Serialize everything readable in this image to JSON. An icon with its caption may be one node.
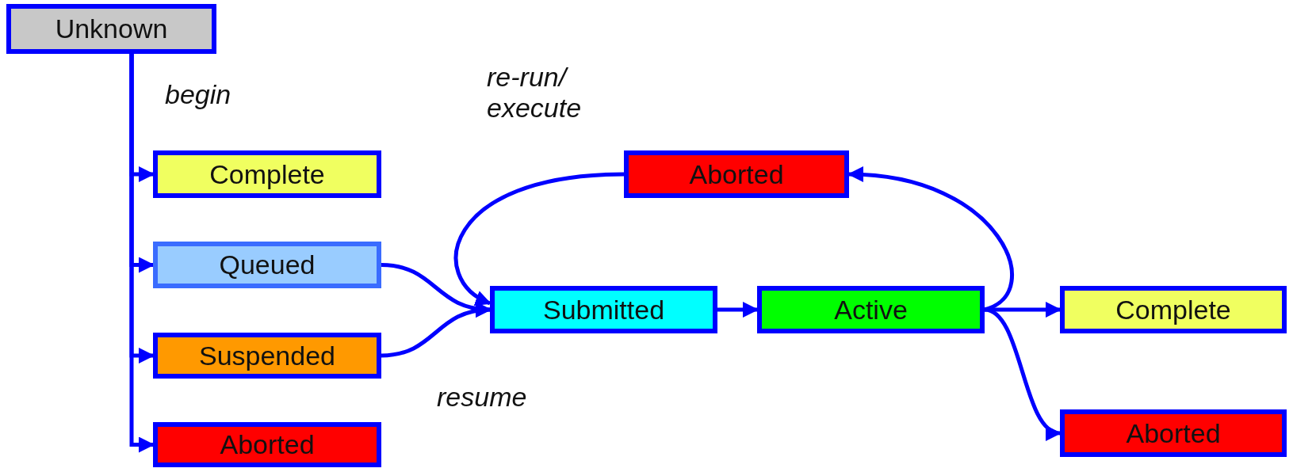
{
  "diagram": {
    "nodes": [
      {
        "text": [
          "Unknown"
        ]
      },
      {
        "text": [
          "Complete"
        ]
      },
      {
        "text": [
          "Queued"
        ]
      },
      {
        "text": [
          "Suspended"
        ]
      },
      {
        "text": [
          "Aborted"
        ]
      },
      {
        "text": [
          "Aborted"
        ]
      },
      {
        "text": [
          "Submitted"
        ]
      },
      {
        "text": [
          "Active"
        ]
      },
      {
        "text": [
          "Complete"
        ]
      },
      {
        "text": [
          "Aborted"
        ]
      }
    ],
    "edges": [
      {
        "from": 0,
        "to": 1,
        "arrow": "to"
      },
      {
        "from": 0,
        "to": 2,
        "arrow": "to"
      },
      {
        "from": 0,
        "to": 3,
        "arrow": "to"
      },
      {
        "from": 0,
        "to": 4,
        "arrow": "to"
      },
      {
        "from": 2,
        "to": 6,
        "arrow": "to"
      },
      {
        "from": 3,
        "to": 6,
        "arrow": "to"
      },
      {
        "from": 5,
        "to": 6,
        "arrow": "to"
      },
      {
        "from": 6,
        "to": 7,
        "arrow": "to"
      },
      {
        "from": 7,
        "to": 8,
        "arrow": "to"
      },
      {
        "from": 7,
        "to": 9,
        "arrow": "to"
      },
      {
        "from": 7,
        "to": 5,
        "arrow": "to"
      }
    ],
    "labels": [
      "begin",
      "re-run/ execute",
      "resume"
    ]
  }
}
